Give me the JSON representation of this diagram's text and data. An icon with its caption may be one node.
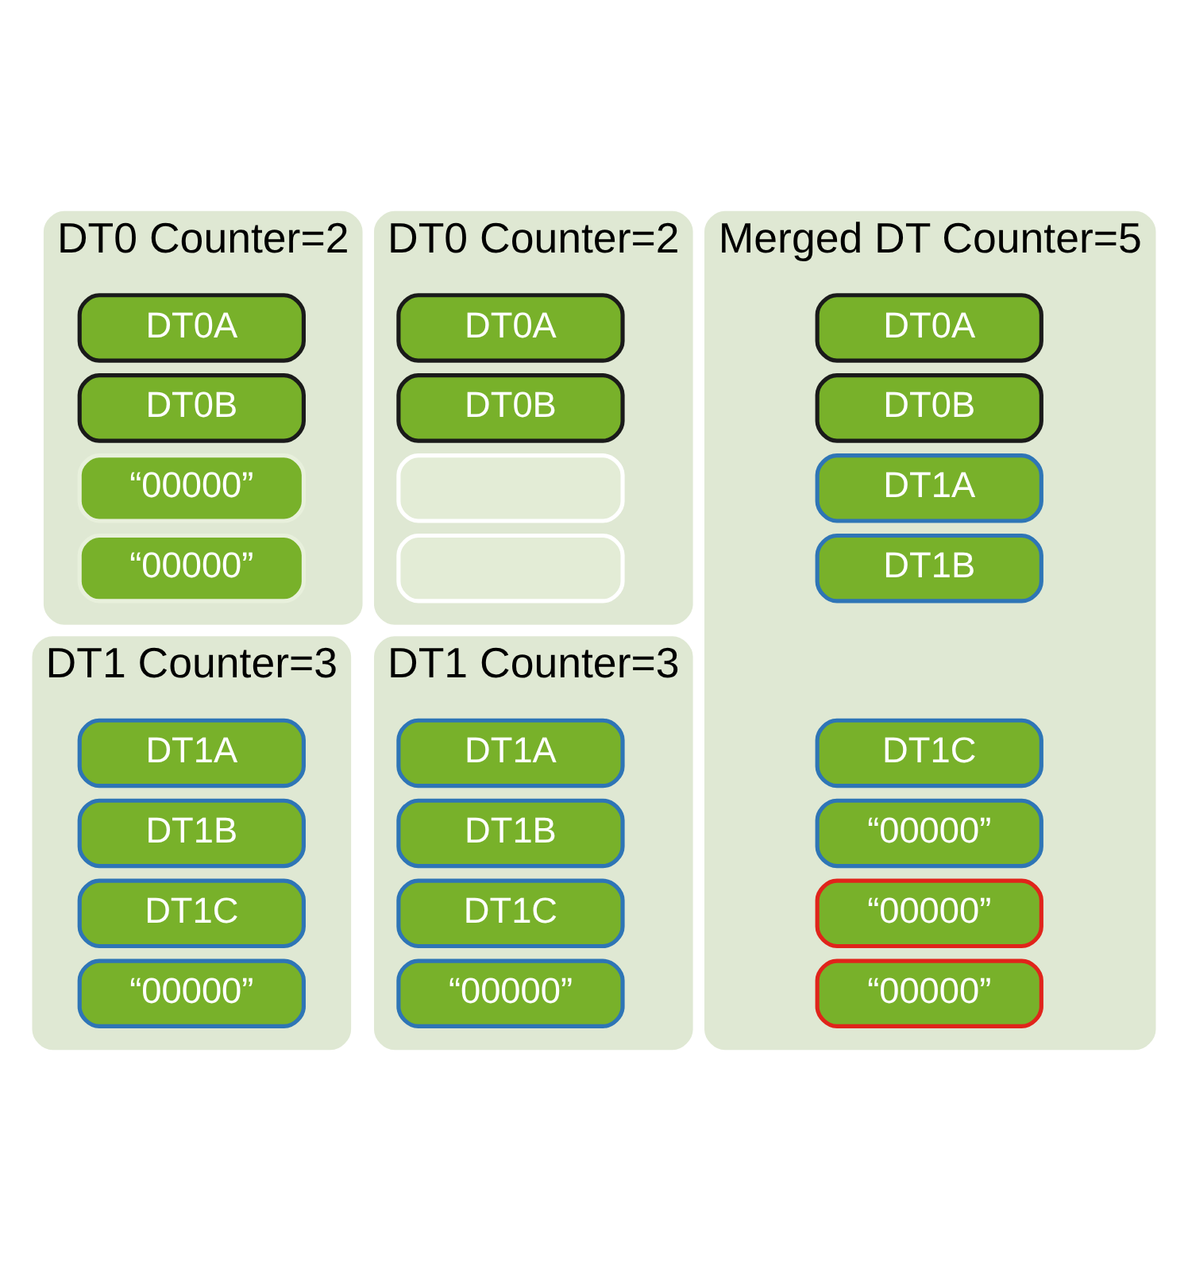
{
  "diagram": {
    "nodes": [
      {
        "text": [
          "DT0 Counter=2"
        ]
      },
      {
        "text": [
          "DT0A"
        ],
        "in": 0
      },
      {
        "text": [
          "DT0B"
        ],
        "in": 0
      },
      {
        "text": [
          "“00000”"
        ],
        "in": 0
      },
      {
        "text": [
          "“00000”"
        ],
        "in": 0
      },
      {
        "text": [
          "DT0 Counter=2"
        ]
      },
      {
        "text": [
          "DT0A"
        ],
        "in": 5
      },
      {
        "text": [
          "DT0B"
        ],
        "in": 5
      },
      {
        "text": [],
        "shape": "box",
        "in": 5
      },
      {
        "text": [],
        "shape": "box",
        "in": 5
      },
      {
        "text": [
          "Merged DT Counter=5"
        ]
      },
      {
        "text": [
          "DT0A"
        ],
        "in": 10
      },
      {
        "text": [
          "DT0B"
        ],
        "in": 10
      },
      {
        "text": [
          "DT1A"
        ],
        "in": 10
      },
      {
        "text": [
          "DT1B"
        ],
        "in": 10
      },
      {
        "text": [
          "DT1C"
        ],
        "in": 10
      },
      {
        "text": [
          "“00000”"
        ],
        "in": 10
      },
      {
        "text": [
          "“00000”"
        ],
        "in": 10
      },
      {
        "text": [
          "“00000”"
        ],
        "in": 10
      },
      {
        "text": [
          "DT1 Counter=3"
        ]
      },
      {
        "text": [
          "DT1A"
        ],
        "in": 19
      },
      {
        "text": [
          "DT1B"
        ],
        "in": 19
      },
      {
        "text": [
          "DT1C"
        ],
        "in": 19
      },
      {
        "text": [
          "“00000”"
        ],
        "in": 19
      },
      {
        "text": [
          "DT1 Counter=3"
        ]
      },
      {
        "text": [
          "DT1A"
        ],
        "in": 24
      },
      {
        "text": [
          "DT1B"
        ],
        "in": 24
      },
      {
        "text": [
          "DT1C"
        ],
        "in": 24
      },
      {
        "text": [
          "“00000”"
        ],
        "in": 24
      }
    ]
  }
}
